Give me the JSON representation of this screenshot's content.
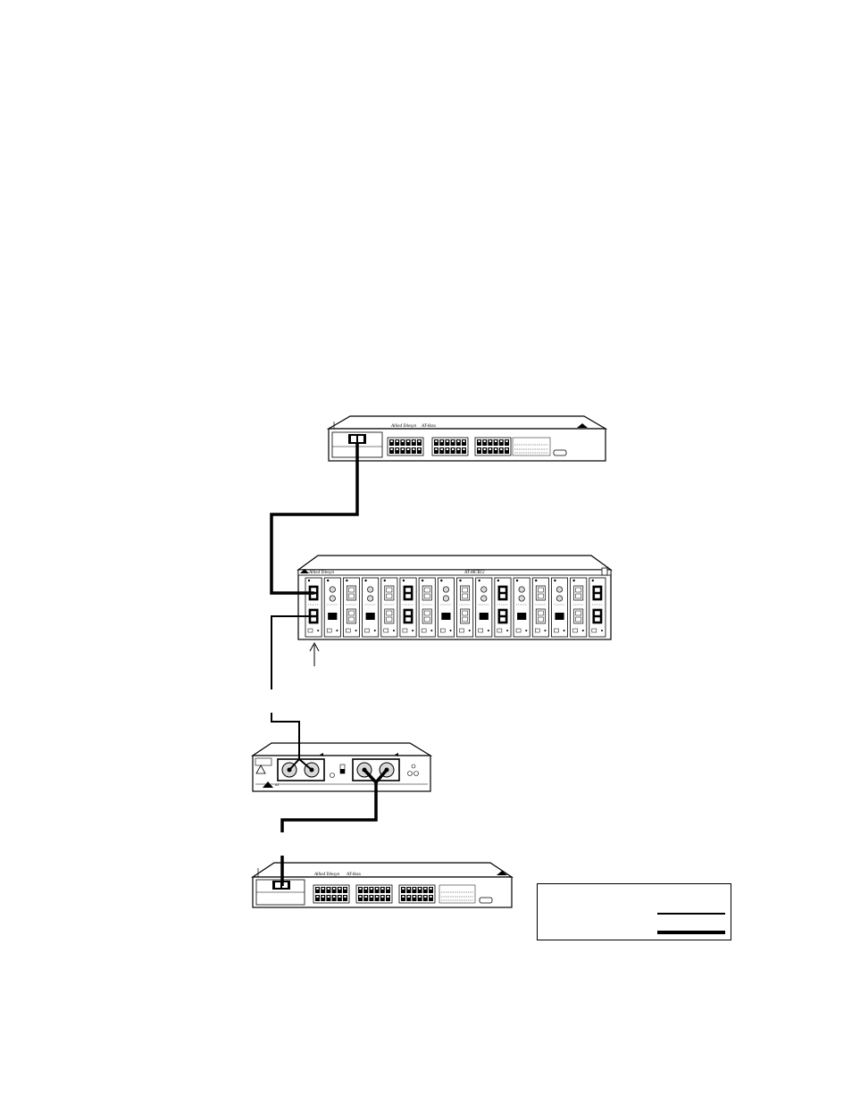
{
  "devices": {
    "top_switch": {
      "brand": "Allied Telesyn",
      "model": "AT-8xxx"
    },
    "chassis": {
      "brand": "Allied Telesyn",
      "model": "AT-MCR12",
      "slot_count": 16
    },
    "converter": {
      "brand_mark": "AT"
    },
    "bottom_switch": {
      "brand": "Allied Telesyn",
      "model": "AT-8xxx"
    }
  },
  "legend": {
    "thin_label": "",
    "thick_label": ""
  },
  "colors": {
    "line": "#000000",
    "background": "#ffffff",
    "panel_shade": "#d9d9d9"
  }
}
